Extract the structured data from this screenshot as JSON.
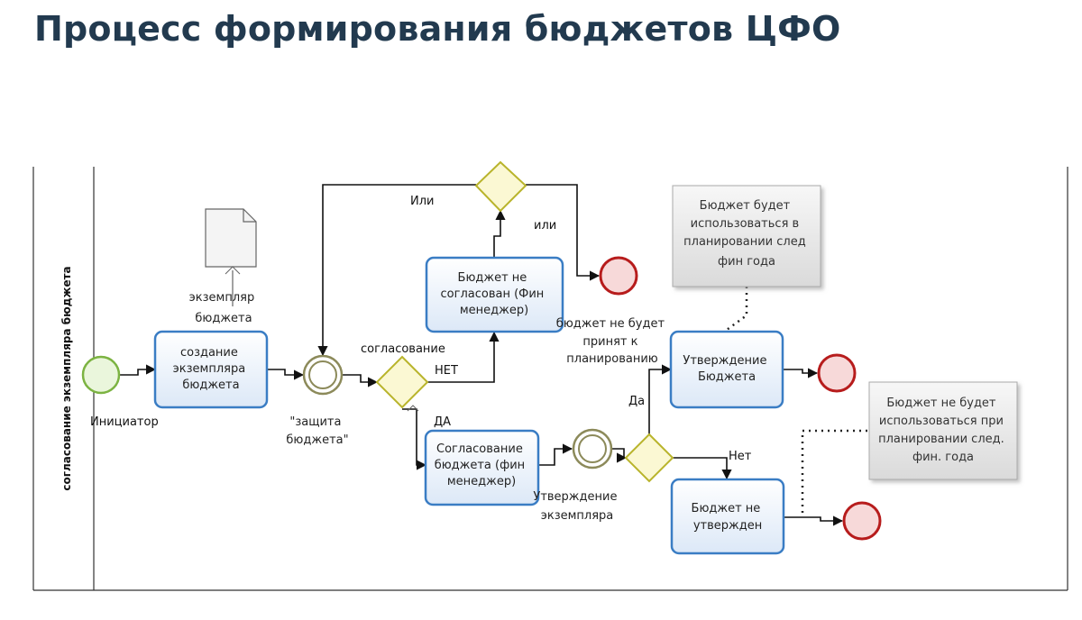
{
  "title": "Процесс формирования бюджетов ЦФО",
  "lane_label": "согласование экземпляра бюджета",
  "tasks": {
    "create": [
      "создание",
      "экземпляра",
      "бюджета"
    ],
    "not_agreed": [
      "Бюджет не",
      "согласован (Фин",
      "менеджер)"
    ],
    "agree": [
      "Согласование",
      "бюджета (фин",
      "менеджер)"
    ],
    "approve": [
      "Утверждение",
      "Бюджета"
    ],
    "not_approved": [
      "Бюджет не",
      "утвержден"
    ]
  },
  "document": {
    "label": [
      "экземпляр",
      "бюджета"
    ]
  },
  "labels": {
    "initiator": "Инициатор",
    "defense": [
      "\"защита",
      "бюджета\""
    ],
    "agreement": "согласование",
    "no_upper": "НЕТ",
    "yes_lower": "ДА",
    "or_left": "Или",
    "or_right": "или",
    "not_accepted": [
      "бюджет не будет",
      "принят к",
      "планированию"
    ],
    "approval_copy": [
      "Утверждение",
      "экземпляра"
    ],
    "yes": "Да",
    "no": "Нет"
  },
  "annotations": {
    "top": [
      "Бюджет будет",
      "использоваться в",
      "планировании след",
      "фин года"
    ],
    "bottom": [
      "Бюджет не будет",
      "использоваться при",
      "планировании след.",
      "фин. года"
    ]
  },
  "colors": {
    "title": "#223a4f",
    "task_border": "#3a7dc4",
    "task_fill": "#e7f0fb",
    "start_border": "#7cb342",
    "start_fill": "#eaf6dc",
    "end_border": "#b71c1c",
    "end_fill": "#f7d9d9",
    "gateway_border": "#b9b42c",
    "gateway_fill": "#fbf8d3",
    "intermediate_border": "#8c8a5a"
  }
}
